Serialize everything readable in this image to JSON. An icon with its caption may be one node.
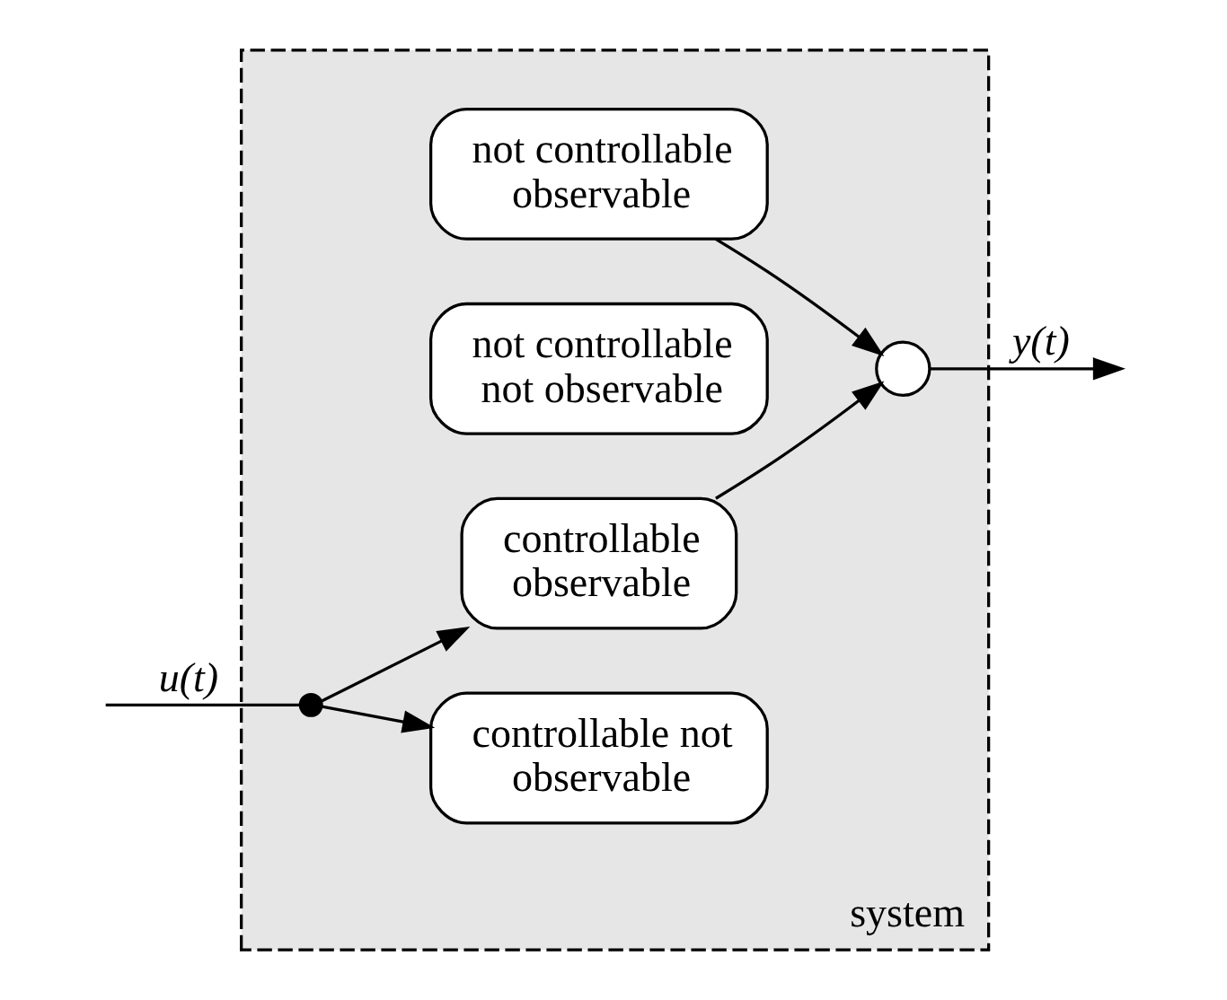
{
  "diagram": {
    "nodes": [
      {
        "text": [
          "system"
        ]
      },
      {
        "text": [
          "controllable not observable"
        ],
        "in": 0
      },
      {
        "text": [
          "controllable observable"
        ],
        "in": 0
      },
      {
        "text": [
          "not controllable observable"
        ],
        "in": 0
      },
      {
        "text": [
          "not controllable not observable"
        ],
        "in": 0
      },
      {
        "text": [],
        "shape": "dot",
        "in": 0
      },
      {
        "text": [],
        "shape": "circle",
        "in": 0
      }
    ],
    "edges": [
      {
        "from": null,
        "to": 5,
        "arrow": "none",
        "label": "u(t)"
      },
      {
        "from": 5,
        "to": 1,
        "arrow": "to"
      },
      {
        "from": 5,
        "to": 2,
        "arrow": "to"
      },
      {
        "from": 2,
        "to": 6,
        "arrow": "to"
      },
      {
        "from": 3,
        "to": 6,
        "arrow": "to"
      },
      {
        "from": 6,
        "to": null,
        "arrow": "to",
        "label": "y(t)"
      }
    ]
  }
}
